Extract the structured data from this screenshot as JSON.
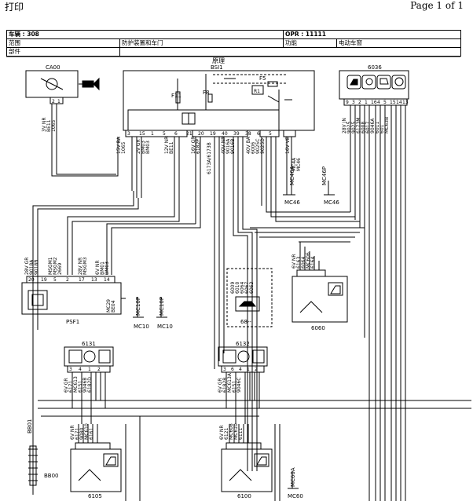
{
  "header": {
    "print": "打印",
    "page": "Page 1 of 1"
  },
  "info": {
    "vehicle": "车辆 : 308",
    "opr": "OPR : 11111",
    "scope_label": "范围",
    "scope_value": "防护装置和车门",
    "function_label": "功能",
    "function_value": "电动车窗",
    "parts_label": "部件"
  },
  "diagram": {
    "title": "原理",
    "components": {
      "c400": "CA00",
      "bsi": "BSI1",
      "u6036": "6036",
      "psf1": "PSF1",
      "u6060": "6060",
      "u6131": "6131",
      "u6132": "6132",
      "u6105": "6105",
      "u6100": "6100",
      "bb00": "BB00",
      "bb01": "BB01",
      "u68": "68--",
      "fuse_f11": "F11",
      "fuse_f5": "F5",
      "fuse_f8": "F8",
      "relay_r1": "R1"
    },
    "grounds": [
      "MC46",
      "MC46",
      "MC10",
      "MC10",
      "MC60"
    ],
    "ground_codes": [
      "MC46A",
      "MC46P",
      "MC10P",
      "MC10P",
      "MC60A"
    ],
    "wire_labels": [
      "3V NR",
      "BE11",
      "1065",
      "15V BA",
      "1065",
      "2V GR",
      "BM03",
      "BM03",
      "12V NR",
      "BE11",
      "16V GR",
      "6182P",
      "6173A/6173B",
      "40V NR",
      "9016A",
      "9016B",
      "40V BA",
      "6006",
      "9025C",
      "9025D",
      "16V VE",
      "MC4A",
      "MC46",
      "28V JN",
      "9025",
      "9025",
      "6173M",
      "6008",
      "6017",
      "9046A",
      "6011",
      "601",
      "MC63B",
      "28V GR",
      "9018A",
      "9018B",
      "MSGM1",
      "MSGM2",
      "2669",
      "28V NR",
      "MSGM3",
      "6V NR",
      "BM01",
      "BM03",
      "MC29",
      "BE04",
      "6V NR",
      "6163",
      "6064",
      "MC606",
      "6164",
      "6009",
      "6010",
      "6064",
      "6067",
      "6063",
      "6V GR",
      "6171",
      "MC613",
      "6151",
      "9046B",
      "6182D",
      "6V GR",
      "6182B",
      "MC613A",
      "6151",
      "9046C",
      "6V NR",
      "6171",
      "9080",
      "MC610",
      "6161",
      "6V NR",
      "6121",
      "MC608",
      "MC610",
      "6111"
    ],
    "pin_numbers": {
      "c400": [
        "2",
        "1"
      ],
      "bsi": [
        "3",
        "15",
        "1",
        "5",
        "6",
        "21",
        "20",
        "19",
        "40",
        "39",
        "38",
        "6",
        "5"
      ],
      "u6036": [
        "9",
        "3",
        "2",
        "1",
        "16",
        "4",
        "5",
        "15",
        "14",
        "13"
      ],
      "psf1": [
        "20",
        "19",
        "5",
        "2",
        "17",
        "13",
        "14"
      ],
      "u6131": [
        "3",
        "4",
        "1",
        "2"
      ],
      "u6132": [
        "3",
        "6",
        "4",
        "1",
        "2"
      ]
    }
  }
}
